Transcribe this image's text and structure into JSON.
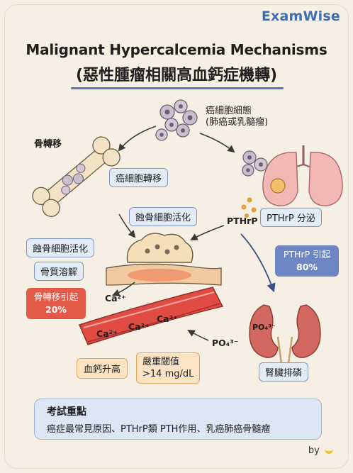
{
  "brand": "ExamWise",
  "title_en": "Malignant Hypercalcemia Mechanisms",
  "title_zh": "(惡性腫瘤相關高血鈣症機轉)",
  "tumor_label_1": "癌細胞細態",
  "tumor_label_2": "(肺癌或乳髓瘤)",
  "bone_label": "骨轉移",
  "metastasis": "癌細胞轉移",
  "osteoclast_top": "蝕骨細胞活化",
  "osteoclast_left": "蝕骨細胞活化",
  "bone_resorption": "骨質溶解",
  "pthrp": "PTHrP",
  "pthrp_secretion": "PTHrP 分泌",
  "pthrp_pct_1": "PTHrP 引起",
  "pthrp_pct_2": "80%",
  "bone_met_pct_1": "骨轉移引起",
  "bone_met_pct_2": "20%",
  "ca_labels": [
    "Ca²⁺",
    "Ca²⁺",
    "Ca²⁺",
    "Ca²⁺"
  ],
  "po4_left": "PO₄³⁻",
  "po4_kidney": "PO₄³⁻",
  "blood_ca": "血鈣升高",
  "threshold_1": "嚴重閾值",
  "threshold_2": ">14 mg/dL",
  "kidney": "腎臟排磷",
  "key_title": "考試重點",
  "key_text": "癌症最常見原因、PTHrP類 PTH作用、乳癌肺癌骨髓瘤",
  "by": "by",
  "colors": {
    "accent_blue": "#6f86c4",
    "accent_red": "#e35a48",
    "brand": "#3f6fb0"
  }
}
